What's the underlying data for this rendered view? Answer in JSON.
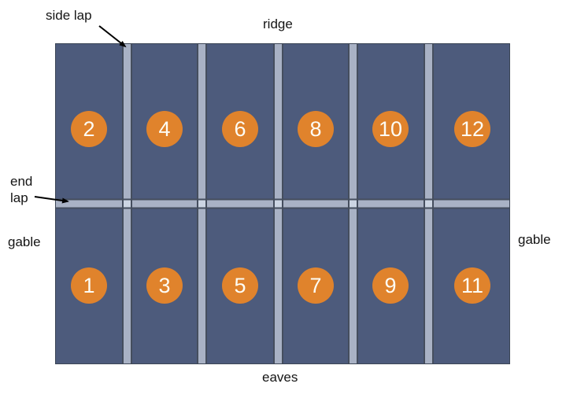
{
  "diagram": {
    "title_implicit": "roof sheet laying layout",
    "labels": {
      "side_lap": "side lap",
      "ridge": "ridge",
      "end_lap": "end\nlap",
      "gable_left": "gable",
      "gable_right": "gable",
      "eaves": "eaves"
    },
    "panels": {
      "top_row": [
        "2",
        "4",
        "6",
        "8",
        "10",
        "12"
      ],
      "bottom_row": [
        "1",
        "3",
        "5",
        "7",
        "9",
        "11"
      ]
    },
    "colors": {
      "sheet_fill": "#4d5b7c",
      "lap_strip": "#a9b2c5",
      "lap_intersection": "#ccd5e3",
      "grid_line": "#454e5e",
      "marker_fill": "#e0832c",
      "marker_text": "#fdfcf4",
      "label_text": "#141414",
      "arrow": "#000000",
      "background": "#ffffff"
    }
  }
}
